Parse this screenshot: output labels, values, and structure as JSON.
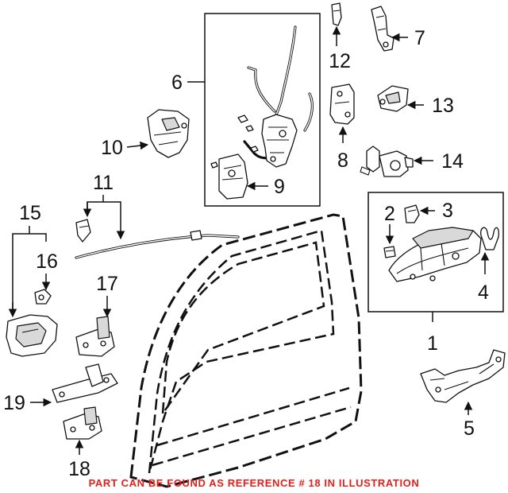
{
  "callouts": [
    "1",
    "2",
    "3",
    "4",
    "5",
    "6",
    "7",
    "8",
    "9",
    "10",
    "11",
    "12",
    "13",
    "14",
    "15",
    "16",
    "17",
    "18",
    "19"
  ],
  "note": "PART CAN BE FOUND AS REFERENCE # 18 IN ILLUSTRATION",
  "colors": {
    "note": "#e0201a",
    "line": "#111111"
  }
}
